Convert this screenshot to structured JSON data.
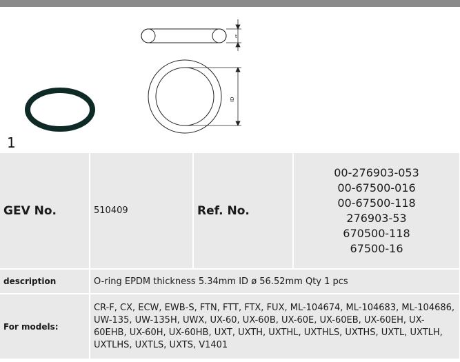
{
  "figure": {
    "number": "1",
    "dim_t": "t",
    "dim_id": "ID"
  },
  "table": {
    "gev_label": "GEV No.",
    "gev_value": "510409",
    "ref_label": "Ref. No.",
    "ref_numbers": [
      "00-276903-053",
      "00-67500-016",
      "00-67500-118",
      "276903-53",
      "670500-118",
      "67500-16"
    ],
    "description_label": "description",
    "description_value": "O-ring  EPDM thickness 5.34mm ID ø 56.52mm Qty 1 pcs",
    "models_label": "For models:",
    "models_value": "CR-F, CX, ECW, EWB-S, FTN, FTT, FTX, FUX, ML-104674, ML-104683, ML-104686, UW-135, UW-135H, UWX, UX-60, UX-60B, UX-60E, UX-60EB, UX-60EH, UX-60EHB, UX-60H, UX-60HB, UXT, UXTH, UXTHL, UXTHLS, UXTHS, UXTL, UXTLH, UXTLHS, UXTLS, UXTS, V1401"
  }
}
